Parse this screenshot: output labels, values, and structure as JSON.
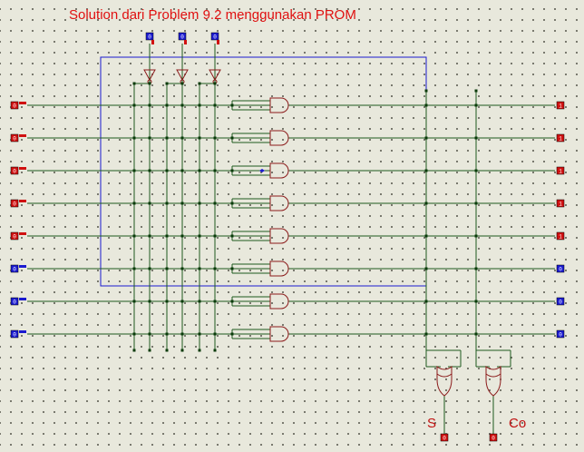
{
  "title": "Solution dari Problem 9.2 menggunakan PROM",
  "colors": {
    "title": "#e01010",
    "wire": "#1e5a1e",
    "gate": "#8b1a1a",
    "box": "#1a1ad0",
    "io_high": "#d01010",
    "io_low": "#1a1ad0",
    "background": "#e8e8dc"
  },
  "select_inputs": [
    {
      "value": "0"
    },
    {
      "value": "0"
    },
    {
      "value": "0"
    }
  ],
  "row_inputs": [
    {
      "value": "0",
      "state": "high"
    },
    {
      "value": "0",
      "state": "high"
    },
    {
      "value": "0",
      "state": "high"
    },
    {
      "value": "0",
      "state": "high"
    },
    {
      "value": "0",
      "state": "high"
    },
    {
      "value": "0",
      "state": "low"
    },
    {
      "value": "0",
      "state": "low"
    },
    {
      "value": "0",
      "state": "low"
    }
  ],
  "row_outputs": [
    {
      "value": "1",
      "state": "high"
    },
    {
      "value": "1",
      "state": "high"
    },
    {
      "value": "1",
      "state": "high"
    },
    {
      "value": "1",
      "state": "high"
    },
    {
      "value": "1",
      "state": "high"
    },
    {
      "value": "0",
      "state": "low"
    },
    {
      "value": "0",
      "state": "low"
    },
    {
      "value": "0",
      "state": "low"
    }
  ],
  "outputs": [
    {
      "label": "S",
      "value": "0"
    },
    {
      "label": "Co",
      "value": "0"
    }
  ]
}
